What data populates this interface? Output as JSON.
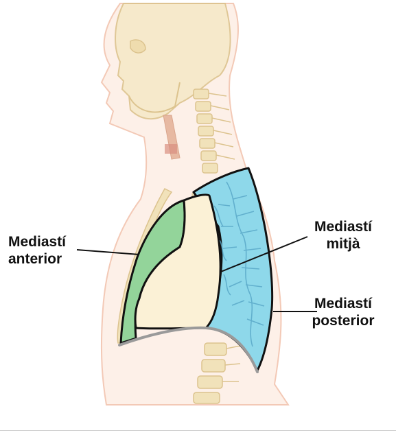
{
  "labels": {
    "anterior": {
      "line1": "Mediastí",
      "line2": "anterior"
    },
    "middle": {
      "line1": "Mediastí",
      "line2": "mitjà"
    },
    "posterior": {
      "line1": "Mediastí",
      "line2": "posterior"
    }
  },
  "colors": {
    "body_outline": "#f3c9b6",
    "skin_fill": "#fdf0e8",
    "bone": "#f1e2ba",
    "bone_stroke": "#dcc38e",
    "anterior_fill": "#93d49a",
    "middle_fill": "#fbf1d6",
    "posterior_fill": "#8ed8ea",
    "vessel_blue": "#5aa9c9",
    "outline": "#111111",
    "diaphragm": "#9a9a9a"
  }
}
